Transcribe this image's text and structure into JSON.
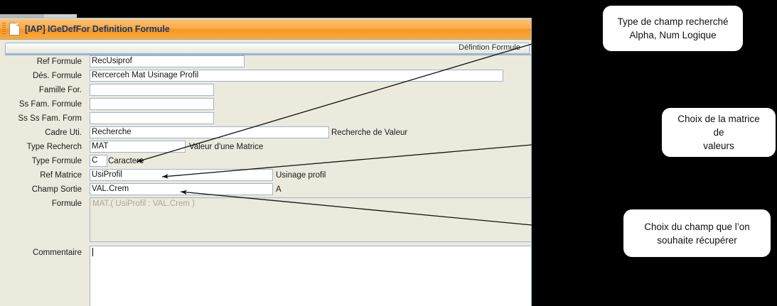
{
  "window": {
    "title": "[IAP] IGeDefFor Definition Formule",
    "tab_label": "Défintion Formule"
  },
  "form": {
    "fields": [
      {
        "label": "Ref Formule",
        "value": "RecUsiprof",
        "side": "",
        "name": "ref-formule"
      },
      {
        "label": "Dés. Formule",
        "value": "Rercerceh Mat Usinage Profil",
        "side": "",
        "name": "des-formule"
      },
      {
        "label": "Famille For.",
        "value": "",
        "side": "",
        "name": "famille-for"
      },
      {
        "label": "Ss Fam. Formule",
        "value": "",
        "side": "",
        "name": "ss-fam-formule"
      },
      {
        "label": "Ss Ss Fam. Form",
        "value": "",
        "side": "",
        "name": "ss-ss-fam-form"
      },
      {
        "label": "Cadre Uti.",
        "value": "Recherche",
        "side": "Recherche de Valeur",
        "name": "cadre-uti"
      },
      {
        "label": "Type Recherch",
        "value": "MAT",
        "side": "Valeur d'une Matrice",
        "name": "type-recherch"
      },
      {
        "label": "Type Formule",
        "value": "C",
        "side": "Caractere",
        "name": "type-formule"
      },
      {
        "label": "Ref Matrice",
        "value": "UsiProfil",
        "side": "Usinage profil",
        "name": "ref-matrice"
      },
      {
        "label": "Champ Sortie",
        "value": "VAL.Crem",
        "side": "A",
        "name": "champ-sortie"
      }
    ],
    "formule": {
      "label": "Formule",
      "value": "MAT.( UsiProfil : VAL.Crem )"
    },
    "commentaire": {
      "label": "Commentaire",
      "value": ""
    }
  },
  "annotations": [
    {
      "name": "callout-type-champ",
      "text": "Type de champ recherché\nAlpha, Num Logique"
    },
    {
      "name": "callout-matrice",
      "text": "Choix de la matrice\nde\nvaleurs"
    },
    {
      "name": "callout-champ",
      "text": "Choix du champ que l’on\nsouhaite récupérer"
    }
  ],
  "colors": {
    "titlebar_accent": "#f79624",
    "window_face": "#ece9dd",
    "field_border": "#9db6cc",
    "title_text": "#1f3864",
    "backdrop": "#000000"
  }
}
